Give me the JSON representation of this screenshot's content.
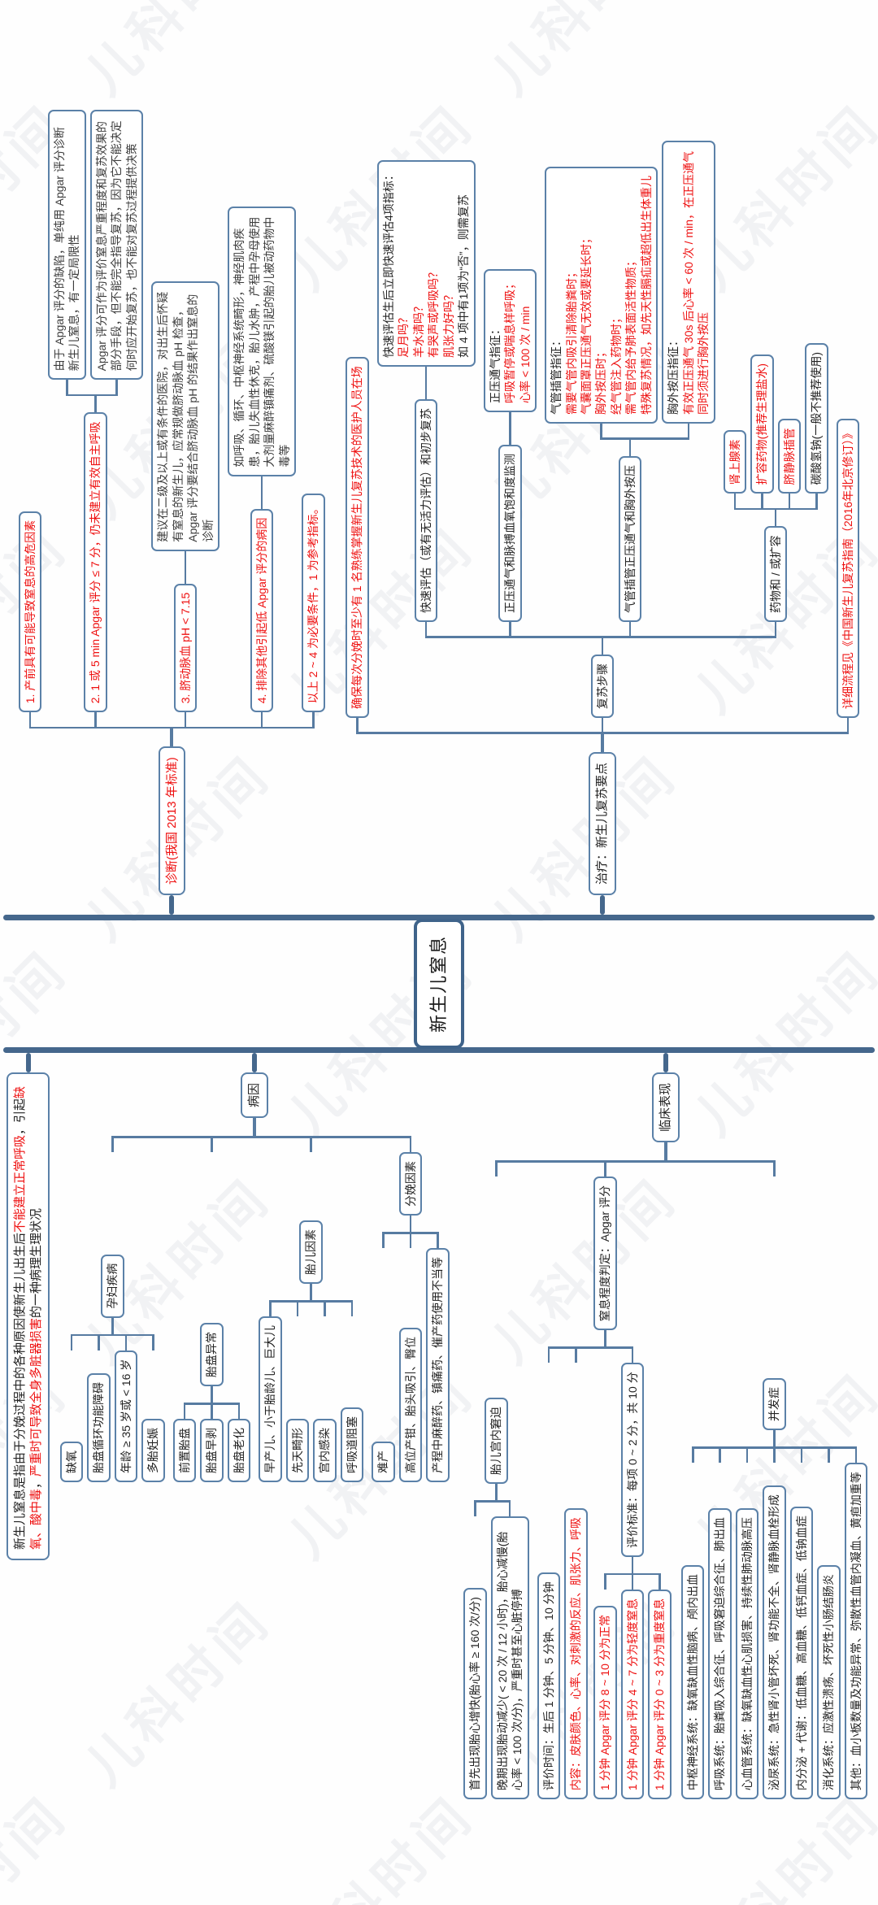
{
  "watermark": "儿科时间",
  "colors": {
    "connector": "#577ba1",
    "trunk": "#45678c",
    "node_border": "#5b81a8",
    "root_border": "#3f638a",
    "red_text": "#ee1010",
    "black_text": "#222222"
  },
  "root": {
    "name": "root-topic",
    "segs": [
      [
        "k",
        "新生儿窒息"
      ]
    ]
  },
  "left_branches": [
    {
      "name": "definition",
      "segs": [
        [
          "k",
          "新生儿窒息是指由于分娩过程中的各种原因使新生儿出生后"
        ],
        [
          "r",
          "不能建立正常呼吸"
        ],
        [
          "k",
          "，引起"
        ],
        [
          "r",
          "缺氧、酸中毒"
        ],
        [
          "k",
          "，"
        ],
        [
          "r",
          "严重时可导致全身多脏器损害"
        ],
        [
          "k",
          "的一种病理生理状况"
        ]
      ]
    },
    {
      "name": "branch-etiology",
      "segs": [
        [
          "k",
          "病因"
        ]
      ],
      "children": [
        {
          "name": "maternal-disease",
          "segs": [
            [
              "k",
              "孕妇疾病"
            ]
          ],
          "children": [
            {
              "name": "hypoxia",
              "segs": [
                [
                  "k",
                  "缺氧"
                ]
              ]
            },
            {
              "name": "placental-circulation-dysfunction",
              "segs": [
                [
                  "k",
                  "胎盘循环功能障碍"
                ]
              ]
            },
            {
              "name": "maternal-age",
              "segs": [
                [
                  "k",
                  "年龄 ≥ 35 岁或 < 16 岁"
                ]
              ]
            },
            {
              "name": "multiple-pregnancy",
              "segs": [
                [
                  "k",
                  "多胎妊娠"
                ]
              ]
            }
          ]
        },
        {
          "name": "placenta-abnormal",
          "segs": [
            [
              "k",
              "胎盘异常"
            ]
          ],
          "children": [
            {
              "name": "placenta-previa",
              "segs": [
                [
                  "k",
                  "前置胎盘"
                ]
              ]
            },
            {
              "name": "placental-abruption",
              "segs": [
                [
                  "k",
                  "胎盘早剥"
                ]
              ]
            },
            {
              "name": "placental-aging",
              "segs": [
                [
                  "k",
                  "胎盘老化"
                ]
              ]
            }
          ]
        },
        {
          "name": "fetal-factors",
          "segs": [
            [
              "k",
              "胎儿因素"
            ]
          ],
          "children": [
            {
              "name": "preterm-sga-macrosomia",
              "segs": [
                [
                  "k",
                  "早产儿、小于胎龄儿、巨大儿"
                ]
              ]
            },
            {
              "name": "congenital-malformation",
              "segs": [
                [
                  "k",
                  "先天畸形"
                ]
              ]
            },
            {
              "name": "intrauterine-infection",
              "segs": [
                [
                  "k",
                  "宫内感染"
                ]
              ]
            },
            {
              "name": "airway-obstruction",
              "segs": [
                [
                  "k",
                  "呼吸道阻塞"
                ]
              ]
            }
          ]
        },
        {
          "name": "delivery-factors",
          "segs": [
            [
              "k",
              "分娩因素"
            ]
          ],
          "children": [
            {
              "name": "dystocia",
              "segs": [
                [
                  "k",
                  "难产"
                ]
              ]
            },
            {
              "name": "forceps-vacuum-breech",
              "segs": [
                [
                  "k",
                  "高位产钳、胎头吸引、臀位"
                ]
              ]
            },
            {
              "name": "intrapartum-drugs",
              "segs": [
                [
                  "k",
                  "产程中麻醉药、镇痛药、催产药使用不当等"
                ]
              ]
            }
          ]
        }
      ]
    },
    {
      "name": "branch-clinical",
      "segs": [
        [
          "k",
          "临床表现"
        ]
      ],
      "children": [
        {
          "name": "fetal-distress",
          "segs": [
            [
              "k",
              "胎儿宫内窘迫"
            ]
          ],
          "children": [
            {
              "name": "early-sign",
              "segs": [
                [
                  "k",
                  "首先出现胎心增快(胎心率 ≥ 160 次/分)"
                ]
              ]
            },
            {
              "name": "late-sign",
              "segs": [
                [
                  "k",
                  "晚期出现胎动减少( < 20 次 / 12 小时)，胎心减慢(胎心率 < 100 次/分)，严重时甚至心脏停搏"
                ]
              ]
            }
          ]
        },
        {
          "name": "apgar-assessment",
          "segs": [
            [
              "k",
              "窒息程度判定：Apgar 评分"
            ]
          ],
          "children": [
            {
              "name": "apgar-time",
              "segs": [
                [
                  "k",
                  "评价时间：生后 1 分钟、5 分钟、10 分钟"
                ]
              ]
            },
            {
              "name": "apgar-items",
              "segs": [
                [
                  "r",
                  "内容：皮肤颜色、心率、对刺激的反应、肌张力、呼吸"
                ]
              ]
            },
            {
              "name": "apgar-scale",
              "segs": [
                [
                  "k",
                  "评价标准：每项 0 ~ 2 分，共 10 分"
                ]
              ],
              "children": [
                {
                  "name": "apgar-normal",
                  "segs": [
                    [
                      "r",
                      "1 分钟 Apgar 评分 8 ~ 10 分为正常"
                    ]
                  ]
                },
                {
                  "name": "apgar-mild",
                  "segs": [
                    [
                      "r",
                      "1 分钟 Apgar 评分 4 ~ 7 分为轻度窒息"
                    ]
                  ]
                },
                {
                  "name": "apgar-severe",
                  "segs": [
                    [
                      "r",
                      "1 分钟 Apgar 评分 0 ~ 3 分为重度窒息"
                    ]
                  ]
                }
              ]
            }
          ]
        },
        {
          "name": "complications",
          "segs": [
            [
              "k",
              "并发症"
            ]
          ],
          "children": [
            {
              "name": "cns-complication",
              "segs": [
                [
                  "k",
                  "中枢神经系统：缺氧缺血性脑病、颅内出血"
                ]
              ]
            },
            {
              "name": "respiratory-complication",
              "segs": [
                [
                  "k",
                  "呼吸系统：胎粪吸入综合征、呼吸窘迫综合征、肺出血"
                ]
              ]
            },
            {
              "name": "cardiovascular-complication",
              "segs": [
                [
                  "k",
                  "心血管系统：缺氧缺血性心肌损害、持续性肺动脉高压"
                ]
              ]
            },
            {
              "name": "renal-complication",
              "segs": [
                [
                  "k",
                  "泌尿系统：急性肾小管坏死、肾功能不全、肾静脉血栓形成"
                ]
              ]
            },
            {
              "name": "metabolic-complication",
              "segs": [
                [
                  "k",
                  "内分泌 + 代谢：低血糖、高血糖、低钙血症、低钠血症"
                ]
              ]
            },
            {
              "name": "gi-complication",
              "segs": [
                [
                  "k",
                  "消化系统：应激性溃疡、坏死性小肠结肠炎"
                ]
              ]
            },
            {
              "name": "other-complication",
              "segs": [
                [
                  "k",
                  "其他：血小板数量及功能异常、弥散性血管内凝血、黄疸加重等"
                ]
              ]
            }
          ]
        }
      ]
    }
  ],
  "right_branches": [
    {
      "name": "branch-diagnosis",
      "segs": [
        [
          "r",
          "诊断(我国 2013 年标准)"
        ]
      ],
      "children": [
        {
          "name": "dx-1",
          "segs": [
            [
              "r",
              "1. 产前具有可能导致窒息的高危因素"
            ]
          ]
        },
        {
          "name": "dx-2",
          "segs": [
            [
              "r",
              "2. 1 或 5 min Apgar 评分 ≤ 7 分，仍未建立有效自主呼吸"
            ]
          ],
          "children": [
            {
              "name": "apgar-limitation-note",
              "segs": [
                [
                  "k",
                  "由于 Apgar 评分的缺陷，单纯用 Apgar 评分诊断新生儿窒息，有一定局限性"
                ]
              ]
            },
            {
              "name": "apgar-role-note",
              "segs": [
                [
                  "k",
                  "Apgar 评分可作为评价窒息严重程度和复苏效果的部分手段，但不能完全指导复苏，因为它不能决定何时应开始复苏，也不能对复苏过程提供决策"
                ]
              ]
            }
          ]
        },
        {
          "name": "dx-3",
          "segs": [
            [
              "r",
              "3. 脐动脉血 pH < 7.15"
            ]
          ],
          "children": [
            {
              "name": "ph-note",
              "segs": [
                [
                  "k",
                  "建议在二级及以上或有条件的医院，对出生后怀疑有窒息的新生儿，应常规做脐动脉血 pH 检查，Apgar 评分要结合脐动脉血 pH 的结果作出窒息的诊断"
                ]
              ]
            }
          ]
        },
        {
          "name": "dx-4",
          "segs": [
            [
              "r",
              "4. 排除其他引起低 Apgar 评分的病因"
            ]
          ],
          "children": [
            {
              "name": "exclusion-note",
              "segs": [
                [
                  "k",
                  "如呼吸、循环、中枢神经系统畸形，神经肌肉疾患，胎儿失血性休克，胎儿水肿，产程中孕母使用大剂量麻醉镇痛剂、硫酸镁引起的胎儿被动药物中毒等"
                ]
              ]
            }
          ]
        },
        {
          "name": "dx-note",
          "segs": [
            [
              "r",
              "以上 2 ~ 4 为必要条件，1 为参考指标。"
            ]
          ]
        }
      ]
    },
    {
      "name": "branch-treatment",
      "segs": [
        [
          "k",
          "治疗：新生儿复苏要点"
        ]
      ],
      "children": [
        {
          "name": "personnel",
          "segs": [
            [
              "r",
              "确保每次分娩时至少有 1 名熟练掌握新生儿复苏技术的医护人员在场"
            ]
          ]
        },
        {
          "name": "resuscitation-steps",
          "segs": [
            [
              "k",
              "复苏步骤"
            ]
          ],
          "children": [
            {
              "name": "step-rapid-eval",
              "segs": [
                [
                  "k",
                  "快速评估（或有无活力评估）和初步复苏"
                ]
              ],
              "children": [
                {
                  "name": "rapid-eval-note",
                  "segs": [
                    [
                      "k",
                      "快速评估生后立即快速评估4项指标：\n"
                    ],
                    [
                      "r",
                      "足月吗？\n羊水清吗？\n有哭声或呼吸吗？\n肌张力好吗？\n"
                    ],
                    [
                      "k",
                      "如 4 项中有1项为“否”，则需复苏"
                    ]
                  ]
                }
              ]
            },
            {
              "name": "step-ppv",
              "segs": [
                [
                  "k",
                  "正压通气和脉搏血氧饱和度监测"
                ]
              ],
              "children": [
                {
                  "name": "ppv-note",
                  "segs": [
                    [
                      "k",
                      "正压通气指征：\n"
                    ],
                    [
                      "r",
                      "呼吸暂停或喘息样呼吸；\n心率 < 100 次 / min"
                    ]
                  ]
                }
              ]
            },
            {
              "name": "step-intubation",
              "segs": [
                [
                  "k",
                  "气管插管正压通气和胸外按压"
                ]
              ],
              "children": [
                {
                  "name": "intubation-note",
                  "segs": [
                    [
                      "k",
                      "气管插管指征：\n"
                    ],
                    [
                      "r",
                      "需要气管内吸引清除胎粪时；\n气囊面罩正压通气无效或要延长时；\n胸外按压时；\n经气管注入药物时；\n需气管内给予肺表面活性物质；\n特殊复苏情况，如先天性膈疝或超低出生体重儿"
                    ]
                  ]
                },
                {
                  "name": "compression-note",
                  "segs": [
                    [
                      "k",
                      "胸外按压指征：\n"
                    ],
                    [
                      "r",
                      "有效正压通气 30s 后心率 < 60 次 / min，在正压通气同时须进行胸外按压"
                    ]
                  ]
                }
              ]
            },
            {
              "name": "step-drugs",
              "segs": [
                [
                  "k",
                  "药物和 / 或扩容"
                ]
              ],
              "children": [
                {
                  "name": "epinephrine",
                  "segs": [
                    [
                      "r",
                      "肾上腺素"
                    ]
                  ]
                },
                {
                  "name": "volume-expander",
                  "segs": [
                    [
                      "r",
                      "扩容药物(推荐生理盐水)"
                    ]
                  ]
                },
                {
                  "name": "umbilical-vein-catheter",
                  "segs": [
                    [
                      "r",
                      "脐静脉插管"
                    ]
                  ]
                },
                {
                  "name": "sodium-bicarbonate",
                  "segs": [
                    [
                      "k",
                      "碳酸氢钠(一般不推荐使用)"
                    ]
                  ]
                }
              ]
            }
          ]
        },
        {
          "name": "guideline-ref",
          "segs": [
            [
              "r",
              "详细流程见《中国新生儿复苏指南（2016年北京修订）》"
            ]
          ]
        }
      ]
    }
  ]
}
